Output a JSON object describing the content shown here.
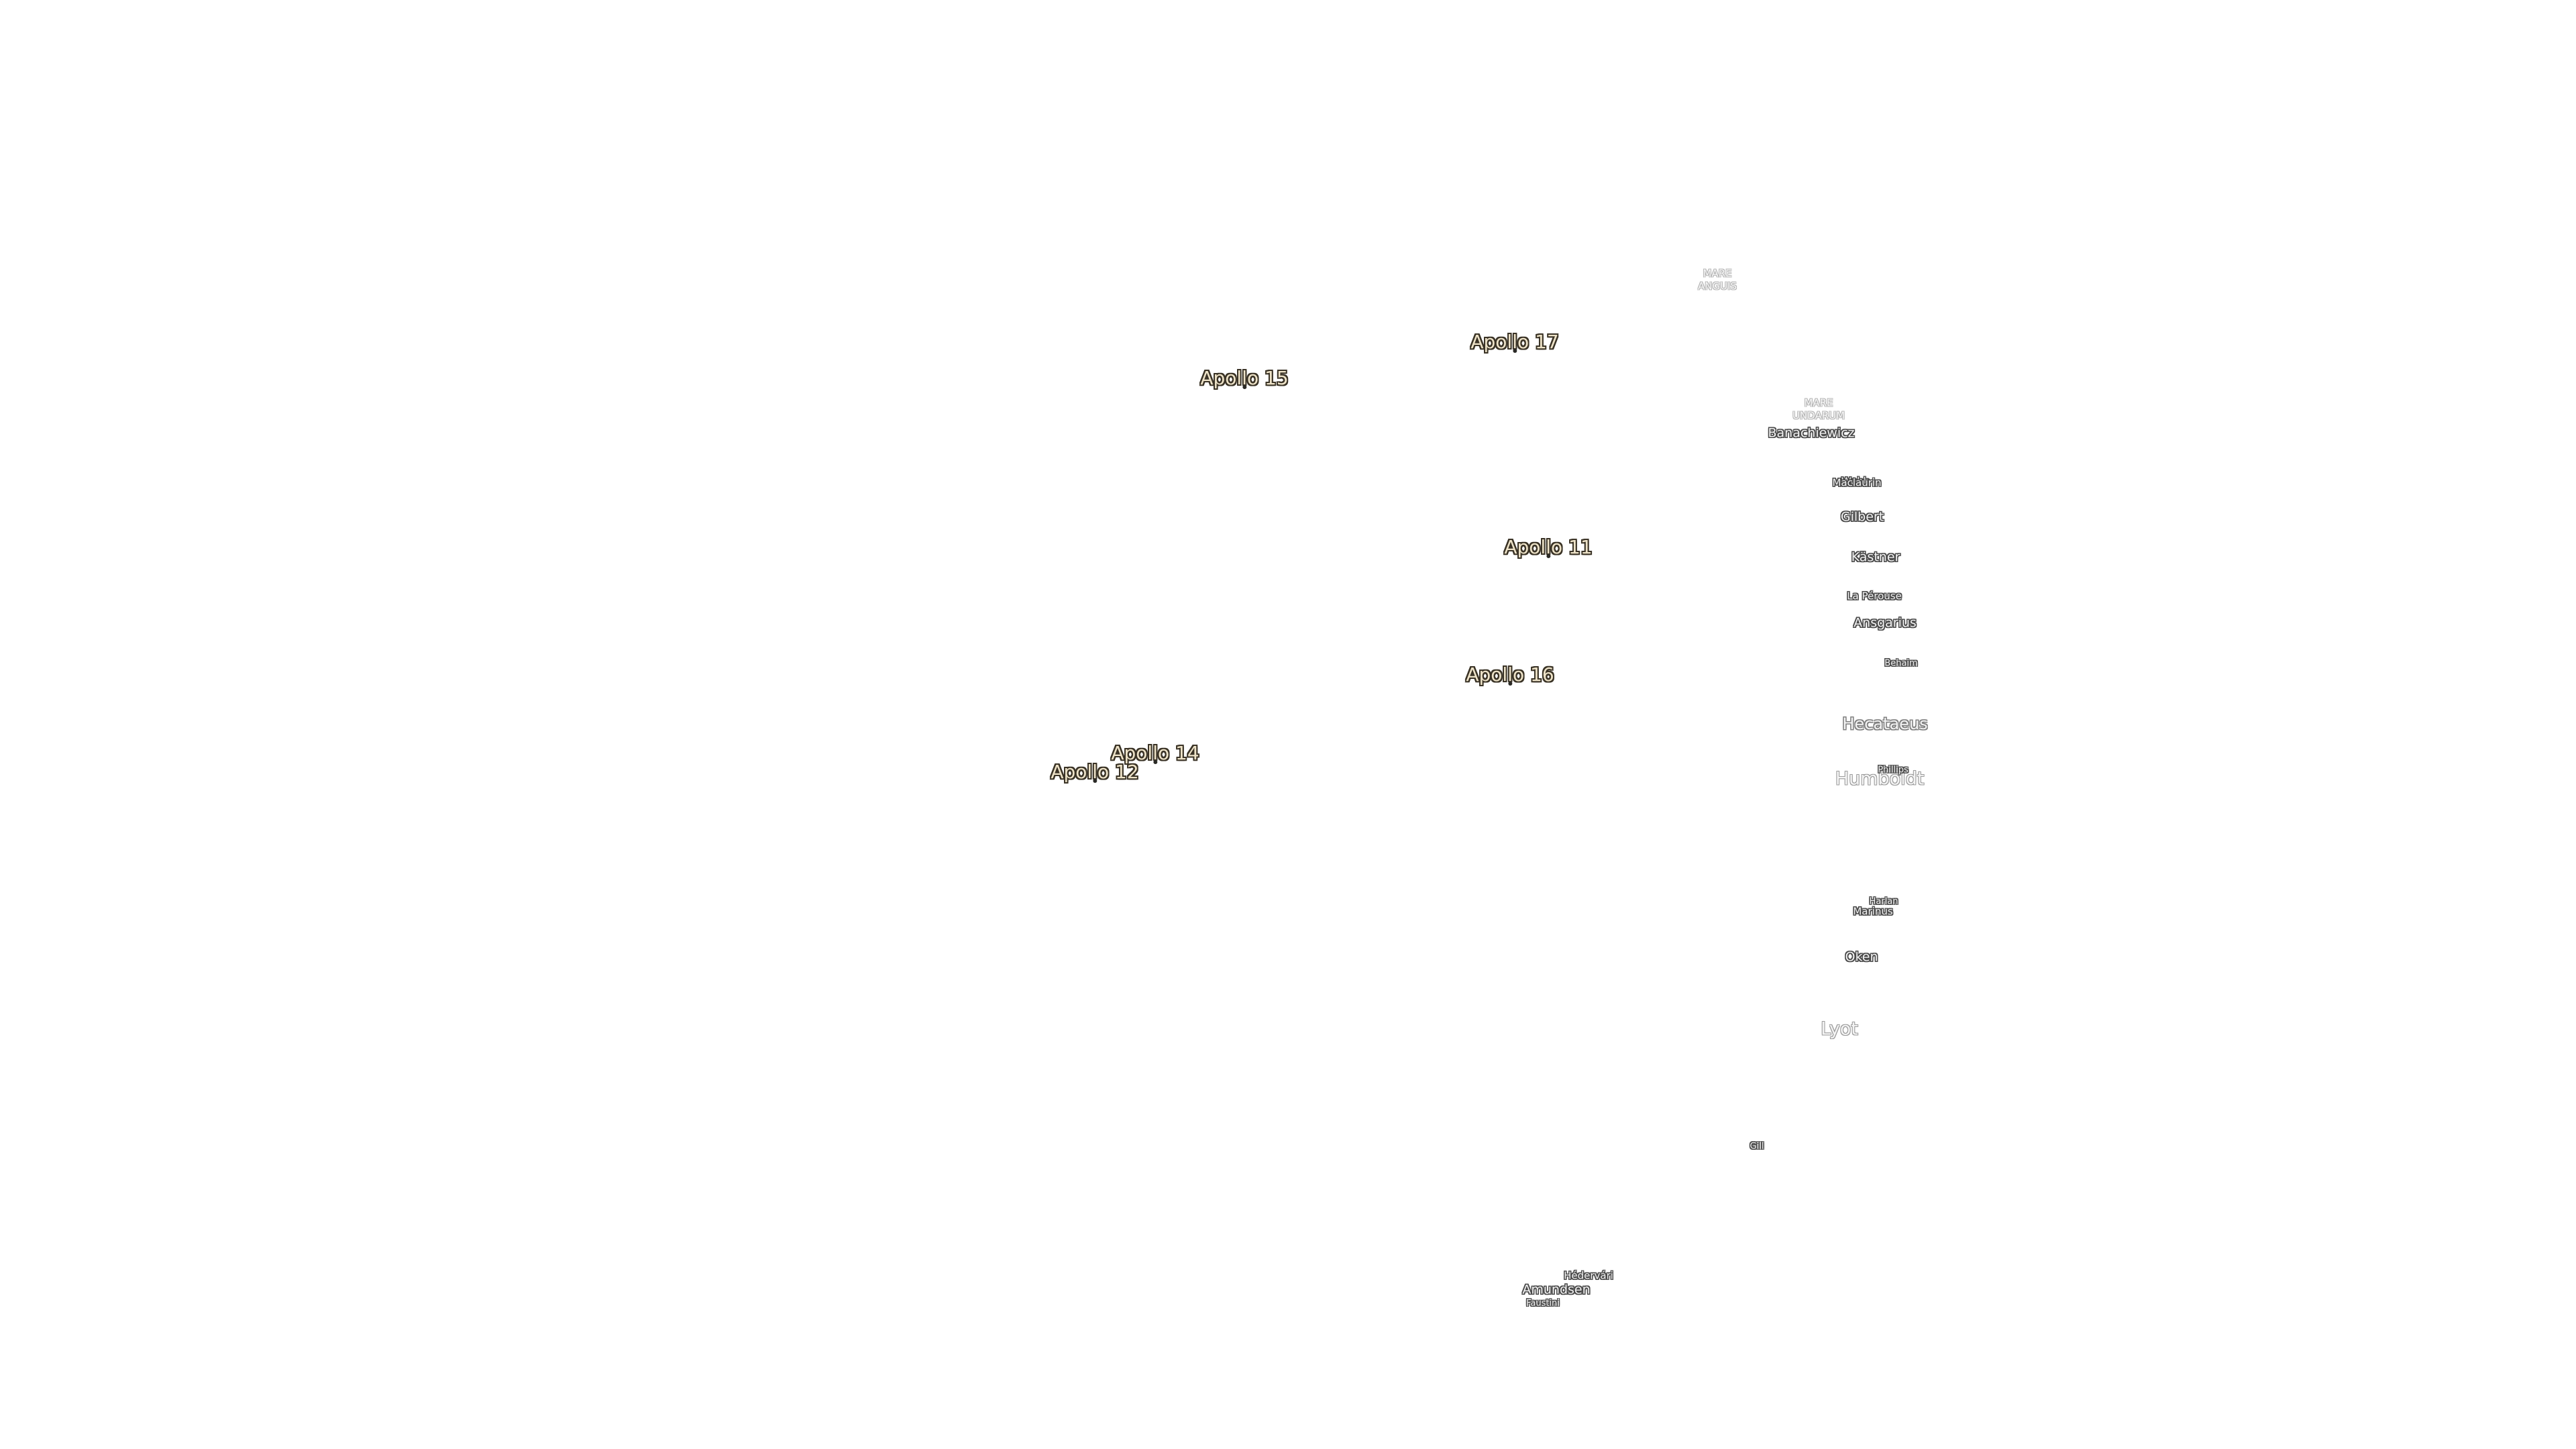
{
  "apollo_sites": [
    {
      "id": "a17",
      "name": "Apollo 17"
    },
    {
      "id": "a15",
      "name": "Apollo 15"
    },
    {
      "id": "a11",
      "name": "Apollo 11"
    },
    {
      "id": "a16",
      "name": "Apollo 16"
    },
    {
      "id": "a14",
      "name": "Apollo 14"
    },
    {
      "id": "a12",
      "name": "Apollo 12"
    }
  ],
  "maria": [
    {
      "id": "anguis",
      "line1": "MARE",
      "line2": "ANGUIS"
    },
    {
      "id": "undarum",
      "line1": "MARE",
      "line2": "UNDARUM"
    }
  ],
  "craters": [
    {
      "id": "banachiewicz",
      "name": "Banachiewicz"
    },
    {
      "id": "webb",
      "name": "Webb"
    },
    {
      "id": "maclaurin",
      "name": "Maclaurin"
    },
    {
      "id": "gilbert",
      "name": "Gilbert"
    },
    {
      "id": "kastner",
      "name": "Kästner"
    },
    {
      "id": "laperouse",
      "name": "La Pérouse"
    },
    {
      "id": "ansgarius",
      "name": "Ansgarius"
    },
    {
      "id": "behaim",
      "name": "Behaim"
    },
    {
      "id": "hecataeus",
      "name": "Hecataeus"
    },
    {
      "id": "humboldt",
      "name": "Humboldt"
    },
    {
      "id": "phillips",
      "name": "Phillips"
    },
    {
      "id": "marinus",
      "name": "Marinus"
    },
    {
      "id": "hartan",
      "name": "Harlan"
    },
    {
      "id": "oken",
      "name": "Oken"
    },
    {
      "id": "lyot",
      "name": "Lyot"
    },
    {
      "id": "gill",
      "name": "Gill"
    },
    {
      "id": "hedervari",
      "name": "Hédervári"
    },
    {
      "id": "amundsen",
      "name": "Amundsen"
    },
    {
      "id": "faustini",
      "name": "Faustini"
    }
  ]
}
